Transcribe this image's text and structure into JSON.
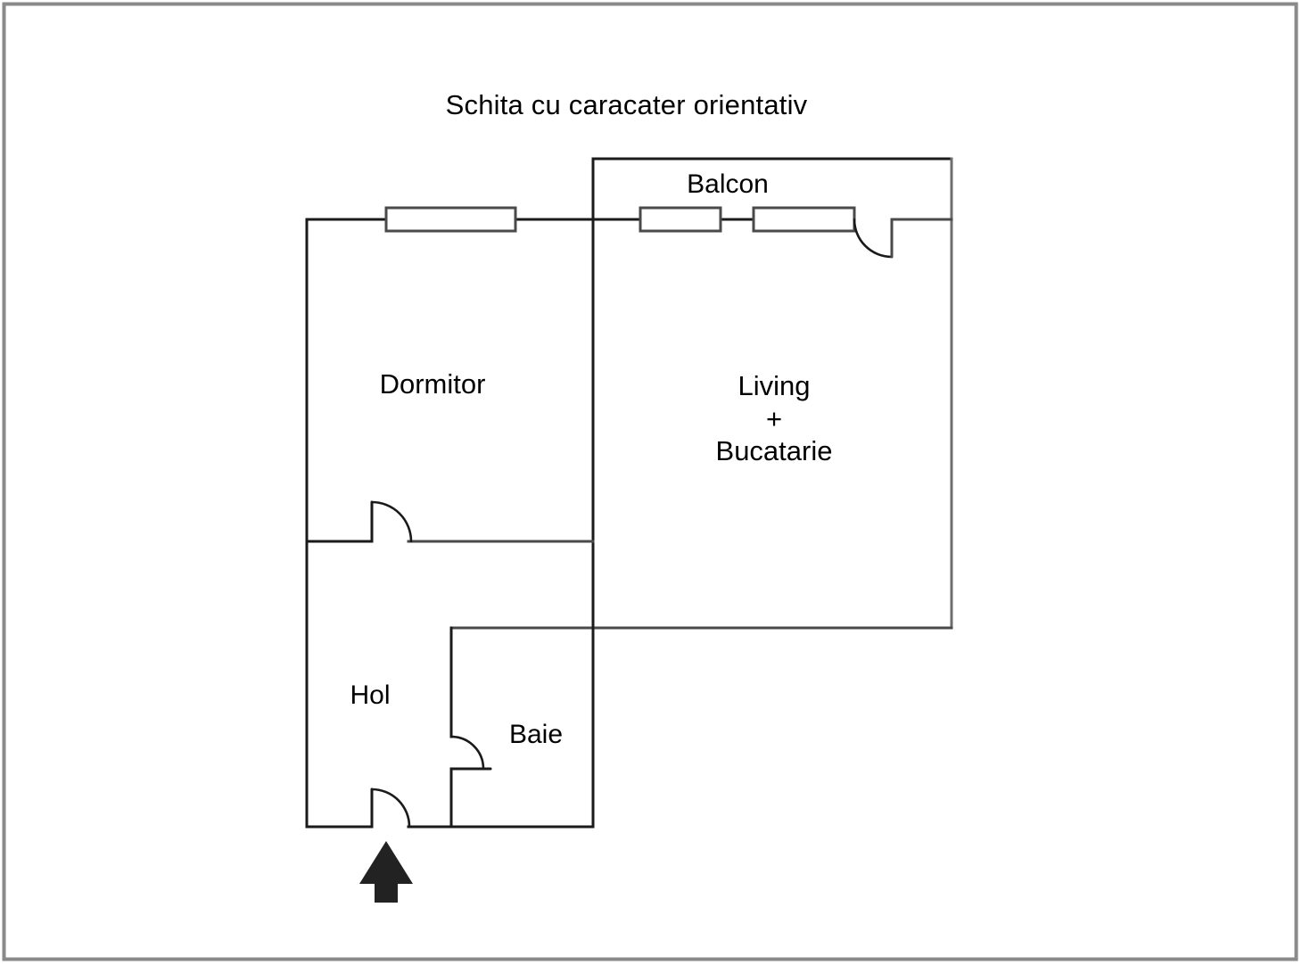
{
  "document": {
    "type": "floor-plan-sketch",
    "title": "Schita cu caracater orientativ",
    "language": "ro",
    "background_color": "#ffffff",
    "border_color": "#8a8a8a",
    "wall_color": "#1a1a1a",
    "thin_wall_color": "#4a4a4a",
    "arrow_color": "#222222",
    "text_color": "#000000"
  },
  "rooms": [
    {
      "key": "balcon",
      "label": "Balcon"
    },
    {
      "key": "dormitor",
      "label": "Dormitor"
    },
    {
      "key": "living",
      "label": "Living"
    },
    {
      "key": "plus",
      "label": "+"
    },
    {
      "key": "bucatarie",
      "label": "Bucatarie"
    },
    {
      "key": "hol",
      "label": "Hol"
    },
    {
      "key": "baie",
      "label": "Baie"
    }
  ],
  "labels": {
    "title": "Schita cu caracater orientativ",
    "balcon": "Balcon",
    "dormitor": "Dormitor",
    "living_line1": "Living",
    "living_line2": "+",
    "living_line3": "Bucatarie",
    "living_combined": "Living\n+\nBucatarie",
    "hol": "Hol",
    "baie": "Baie"
  },
  "openings": {
    "dormitor_window": "window-dormitor",
    "balcon_window_left": "window-balcon-left",
    "balcon_window_right": "window-balcon-right",
    "balcon_door": "door-balcon",
    "dormitor_door": "door-dormitor",
    "baie_door": "door-baie",
    "entrance_door": "door-entrance"
  },
  "annotations": {
    "entrance_arrow": "entrance-direction-arrow"
  }
}
